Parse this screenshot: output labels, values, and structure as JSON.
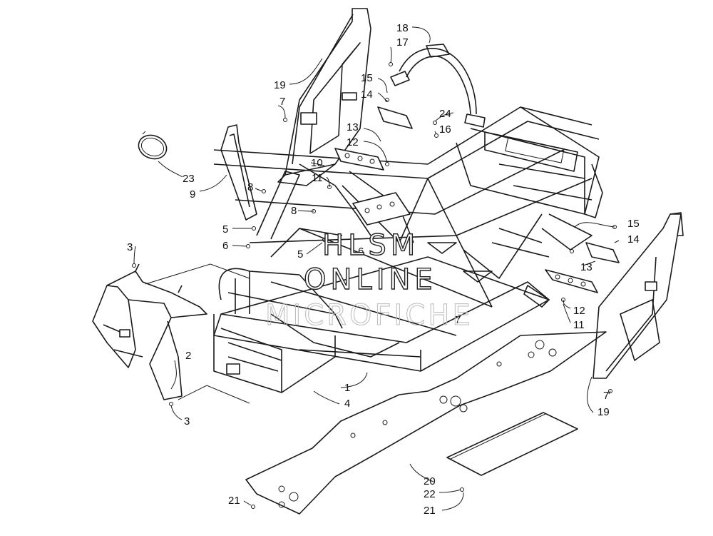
{
  "callouts": [
    {
      "id": "c18",
      "text": "18"
    },
    {
      "id": "c17",
      "text": "17"
    },
    {
      "id": "c19a",
      "text": "19"
    },
    {
      "id": "c7a",
      "text": "7"
    },
    {
      "id": "c15a",
      "text": "15"
    },
    {
      "id": "c14a",
      "text": "14"
    },
    {
      "id": "c24",
      "text": "24"
    },
    {
      "id": "c16",
      "text": "16"
    },
    {
      "id": "c13a",
      "text": "13"
    },
    {
      "id": "c12a",
      "text": "12"
    },
    {
      "id": "c10",
      "text": "10"
    },
    {
      "id": "c11a",
      "text": "11"
    },
    {
      "id": "c23",
      "text": "23"
    },
    {
      "id": "c9",
      "text": "9"
    },
    {
      "id": "c8a",
      "text": "8"
    },
    {
      "id": "c8b",
      "text": "8"
    },
    {
      "id": "c5a",
      "text": "5"
    },
    {
      "id": "c6a",
      "text": "6"
    },
    {
      "id": "c5b",
      "text": "5"
    },
    {
      "id": "c6b",
      "text": "6"
    },
    {
      "id": "c3a",
      "text": "3"
    },
    {
      "id": "c2",
      "text": "2"
    },
    {
      "id": "c3b",
      "text": "3"
    },
    {
      "id": "c1",
      "text": "1"
    },
    {
      "id": "c4",
      "text": "4"
    },
    {
      "id": "c7b",
      "text": "7"
    },
    {
      "id": "c15b",
      "text": "15"
    },
    {
      "id": "c14b",
      "text": "14"
    },
    {
      "id": "c13b",
      "text": "13"
    },
    {
      "id": "c12b",
      "text": "12"
    },
    {
      "id": "c11b",
      "text": "11"
    },
    {
      "id": "c7c",
      "text": "7"
    },
    {
      "id": "c19b",
      "text": "19"
    },
    {
      "id": "c20",
      "text": "20"
    },
    {
      "id": "c22",
      "text": "22"
    },
    {
      "id": "c21a",
      "text": "21"
    },
    {
      "id": "c21b",
      "text": "21"
    }
  ],
  "watermark": {
    "line1": "HLSM",
    "line2": "ONLINE",
    "line3": "MICROFICHE"
  }
}
